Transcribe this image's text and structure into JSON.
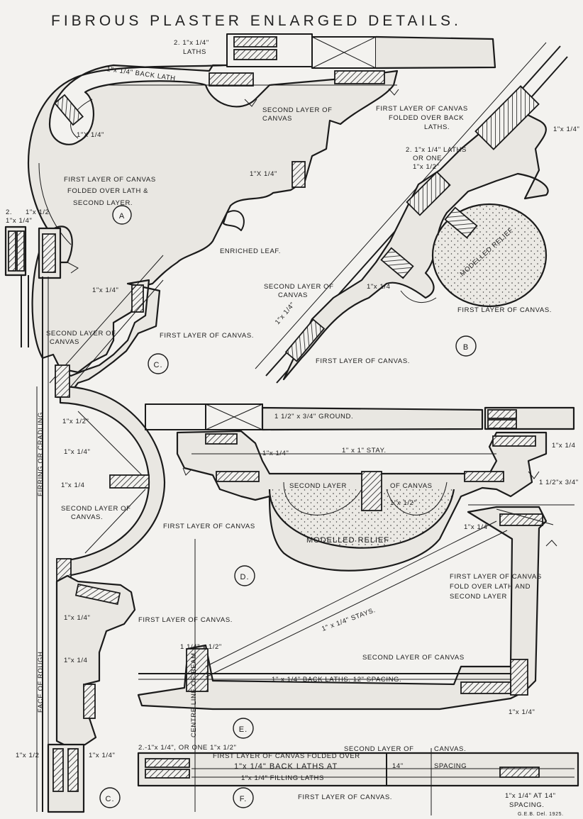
{
  "title": "FIBROUS PLASTER ENLARGED DETAILS.",
  "section_markers": {
    "a": "A",
    "b": "B",
    "c_upper": "C.",
    "c_lower": "C.",
    "d": "D.",
    "e": "E.",
    "f": "F."
  },
  "labels": {
    "laths_2x14_top": "2. 1\"x 1/4\"",
    "laths_word_top": "LATHS",
    "back_lath": "1\"x 1/4\" BACK LATH",
    "second_layer_top_1": "SECOND LAYER OF",
    "second_layer_top_2": "CANVAS",
    "first_folded_back_1": "FIRST LAYER OF CANVAS",
    "first_folded_back_2": "FOLDED OVER BACK",
    "first_folded_back_3": "LATHS.",
    "a_1x14": "1\"X 1/4\"",
    "a_1x14_mid": "1\"X 1/4\"",
    "first_folded_lath_1": "FIRST LAYER OF CANVAS",
    "first_folded_lath_2": "FOLDED OVER LATH &",
    "first_folded_lath_3": "SECOND       LAYER.",
    "b_laths_1": "2. 1\"x 1/4\" LATHS",
    "b_laths_2": "OR ONE",
    "b_laths_3": "1\"x 1/2\"",
    "b_1x14_top": "1\"x 1/4\"",
    "modelled_relief_b": "MODELLED RELIEF",
    "enriched_leaf": "ENRICHED LEAF.",
    "left_2x14": "2.",
    "left_1x12": "1\"x 1/2",
    "left_1x14": "1\"x 1/4\"",
    "c_1x14": "1\"x 1/4\"",
    "b_second_1": "SECOND LAYER OF",
    "b_second_2": "CANVAS",
    "b_1x14_a": "1\"x 1/4",
    "b_1x14_b": "1\"x 1/4\"",
    "b_first_layer_1": "FIRST LAYER OF CANVAS.",
    "b_first_layer_2": "FIRST LAYER OF CANVAS.",
    "c_second_1": "SECOND LAYER OF",
    "c_second_2": "CANVAS",
    "c_first_layer": "FIRST LAYER OF CANVAS.",
    "ground": "1 1/2\" x 3/4\" GROUND.",
    "stay": "1\" x 1\" STAY.",
    "d_1x14_left": "1\"x 1/4\"",
    "d_1x14_right": "1\"x 1/4",
    "d_second_a": "SECOND LAYER",
    "d_second_b": "OF CANVAS",
    "d_1x12": "1\"x 1/2\"",
    "modelled_relief_d": "MODELLED   RELIEF",
    "d_15x34": "1 1/2\"x 3/4\"",
    "firring": "FIRRING  OR  CRADLING",
    "face_rough": "FACE  OF  ROUGH",
    "centre_beam": "CENTRE  LINE  OF  BEAM",
    "c_1x12": "1\"x 1/2\"",
    "c_1x14_b": "1\"x 1/4\"",
    "c_1x14_c": "1\"x 1/4",
    "c_second_3": "SECOND LAYER OF",
    "c_second_4": "CANVAS.",
    "c_first_canvas": "FIRST LAYER OF CANVAS",
    "e_1x14_top": "1\"x 1/4\"",
    "e_fold_1": "FIRST LAYER OF CANVAS",
    "e_fold_2": "FOLD OVER LATH  AND",
    "e_fold_3": "SECOND  LAYER",
    "stays": "1\" x 1/4\" STAYS.",
    "c_1x14_d": "1\"x 1/4\"",
    "c_first_canvas_2": "FIRST LAYER OF CANVAS.",
    "c_1x14_e": "1\"x 1/4",
    "e_1425": "1 1/4\" x 1/2\"",
    "e_second": "SECOND LAYER OF CANVAS",
    "e_back_laths": "1\" x 1/4\" BACK LATHS. 12\" SPACING.",
    "e_1x14_bottom": "1\"x 1/4\"",
    "f_2x14": "2.-1\"x 1/4\", OR ONE 1\"x 1/2\"",
    "f_first_folded": "FIRST LAYER OF CANVAS FOLDED OVER",
    "f_second": "SECOND LAYER OF",
    "f_canvas": "CANVAS.",
    "f_back_laths": "1\"x 1/4\" BACK LATHS AT",
    "f_14": "14\"",
    "f_spacing": "SPACING",
    "f_filling": "1\"x 1/4\" FILLING LATHS",
    "f_first_canvas": "FIRST LAYER OF CANVAS.",
    "f_right_1": "1\"x 1/4\" AT 14\"",
    "f_right_2": "SPACING.",
    "c_bottom_1x12": "1\"x 1/2",
    "c_bottom_1x14": "1\"x 1/4\"",
    "signature": "G.E.B. Del. 1925."
  }
}
